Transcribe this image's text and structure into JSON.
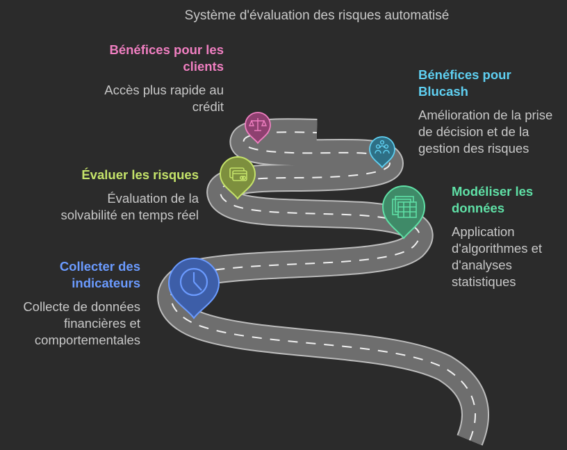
{
  "title": "Système d'évaluation des risques automatisé",
  "colors": {
    "background": "#2b2b2b",
    "road": "#6e6e6e",
    "road_edge": "#bdbdbd",
    "pink": "#f07fc1",
    "cyan": "#5fd0f2",
    "yellow_green": "#c5e36a",
    "mint": "#5fe0a6",
    "blue": "#6b9bff"
  },
  "steps": [
    {
      "id": "collect",
      "heading": "Collecter des indicateurs",
      "description": "Collecte de données financières et comportementales",
      "color": "#6b9bff",
      "icon": "clock-icon"
    },
    {
      "id": "evaluate",
      "heading": "Évaluer les risques",
      "description": "Évaluation de la solvabilité en temps réel",
      "color": "#c5e36a",
      "icon": "credit-card-icon"
    },
    {
      "id": "model",
      "heading": "Modéliser les données",
      "description": "Application d'algorithmes et d'analyses statistiques",
      "color": "#5fe0a6",
      "icon": "table-icon"
    },
    {
      "id": "blucash",
      "heading": "Bénéfices pour Blucash",
      "description": "Amélioration de la prise de décision et de la gestion des risques",
      "color": "#5fd0f2",
      "icon": "people-icon"
    },
    {
      "id": "clients",
      "heading": "Bénéfices pour les clients",
      "description": "Accès plus rapide au crédit",
      "color": "#f07fc1",
      "icon": "scale-icon"
    }
  ]
}
